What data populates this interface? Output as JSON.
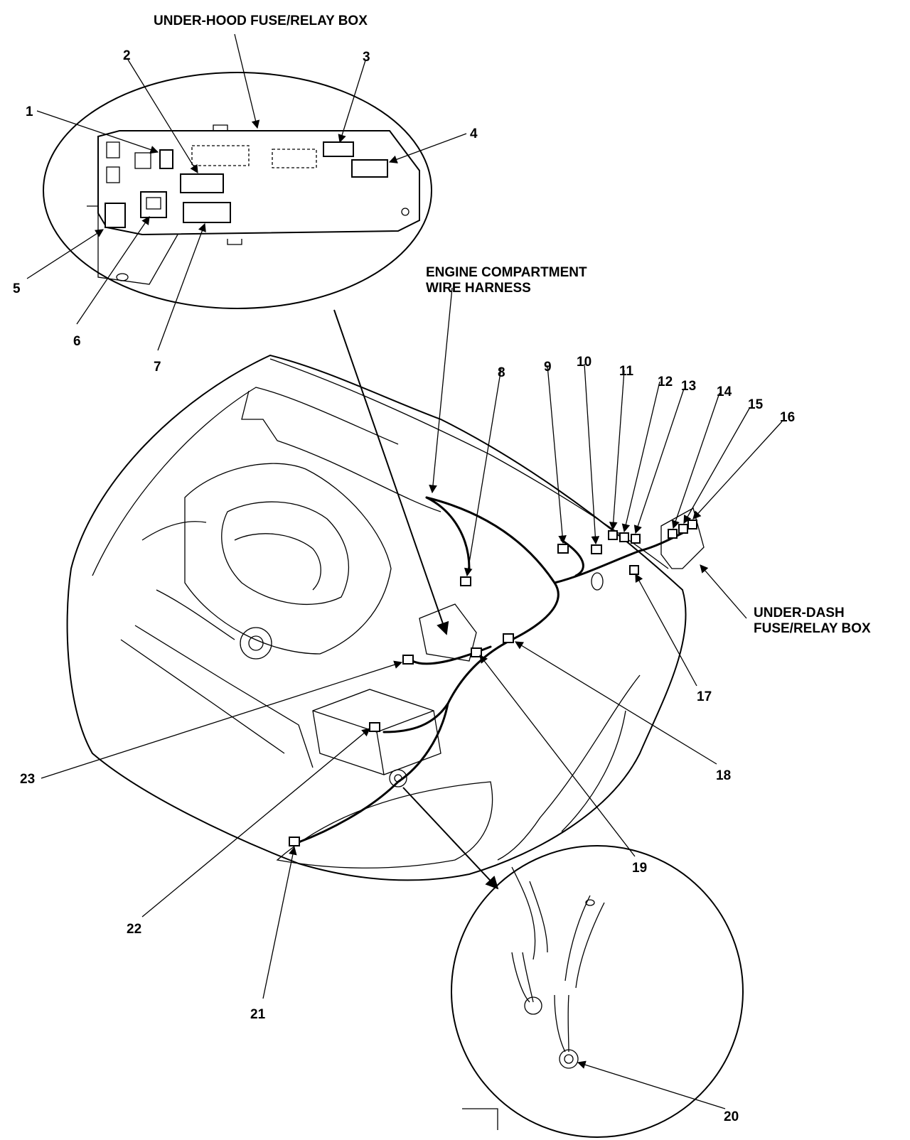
{
  "labels": {
    "underhood_box": "UNDER-HOOD FUSE/RELAY BOX",
    "harness_line1": "ENGINE COMPARTMENT",
    "harness_line2": "WIRE HARNESS",
    "underdash_line1": "UNDER-DASH",
    "underdash_line2": "FUSE/RELAY BOX"
  },
  "callouts": [
    "1",
    "2",
    "3",
    "4",
    "5",
    "6",
    "7",
    "8",
    "9",
    "10",
    "11",
    "12",
    "13",
    "14",
    "15",
    "16",
    "17",
    "18",
    "19",
    "20",
    "21",
    "22",
    "23"
  ]
}
